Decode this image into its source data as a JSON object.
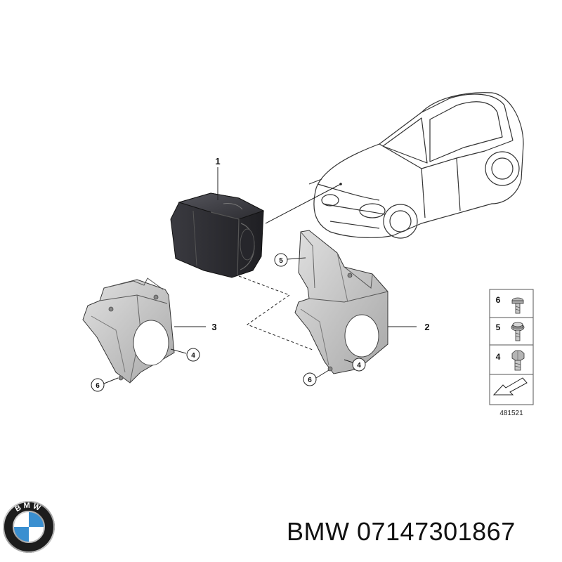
{
  "callouts": {
    "c1": "1",
    "c2": "2",
    "c3": "3",
    "c4a": "4",
    "c4b": "4",
    "c5": "5",
    "c6a": "6",
    "c6b": "6"
  },
  "legend": {
    "items": [
      {
        "number": "6",
        "icon": "torx-screw-icon"
      },
      {
        "number": "5",
        "icon": "flange-screw-icon"
      },
      {
        "number": "4",
        "icon": "hex-bolt-icon"
      }
    ],
    "arrow_icon": "direction-arrow-icon",
    "diagram_number": "481521"
  },
  "brand": {
    "logo_icon": "bmw-roundel-logo",
    "logo_text": "BMW",
    "caption": "BMW 07147301867"
  },
  "colors": {
    "line": "#222222",
    "bracket_fill": "#c4c4c4",
    "module_fill": "#2f2f35",
    "bmw_blue": "#3a8fd0"
  }
}
